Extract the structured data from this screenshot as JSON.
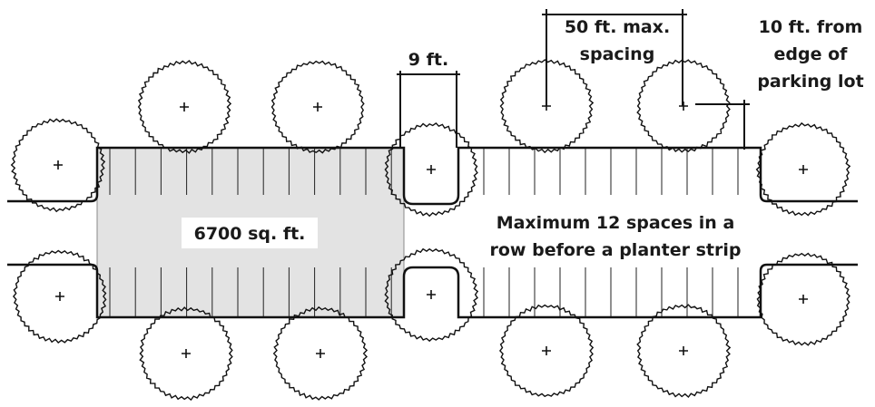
{
  "labels": {
    "area": "6700 sq. ft.",
    "planter_width": "9 ft.",
    "max_spacing_line1": "50 ft. max.",
    "max_spacing_line2": "spacing",
    "edge_line1": "10 ft. from",
    "edge_line2": "edge of",
    "edge_line3": "parking lot",
    "max_spaces_line1": "Maximum 12 spaces in a",
    "max_spaces_line2": "row before a planter strip"
  },
  "colors": {
    "shaded_area": "#e3e3e3",
    "line": "#111111"
  }
}
